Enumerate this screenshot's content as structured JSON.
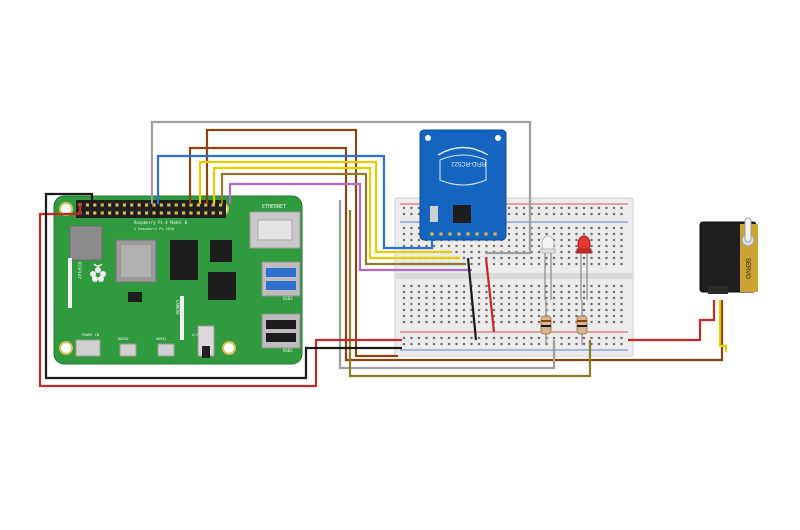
{
  "board": {
    "ethernet_label": "ETHERNET",
    "usb3_label": "USB3",
    "usb2_label": "USB2",
    "power_label": "POWER IN",
    "hdmi0_label": "HDMI0",
    "hdmi1_label": "HDMI1",
    "display_label": "DISPLAY",
    "camera_label": "CAMERA",
    "av_label": "A/V",
    "brand_text": "Raspberry Pi 4 Model B",
    "copyright_text": "© Raspberry Pi 2018"
  },
  "rfid": {
    "label": "RFID-RC522"
  },
  "servo": {
    "label": "SERVO"
  },
  "colors": {
    "pcb": "#2f9a3e",
    "rfid_board": "#1565c0",
    "breadboard": "#ececec",
    "wire_red": "#c62828",
    "wire_black": "#1a1a1a",
    "wire_brown": "#8b4513",
    "wire_gray": "#9e9e9e",
    "wire_yellow": "#e6cf00",
    "wire_purple": "#b06bc6",
    "wire_blue": "#2f6fd0",
    "wire_olive": "#8f7a2a",
    "led_red": "#e53935",
    "led_white": "#f5f5f5"
  }
}
